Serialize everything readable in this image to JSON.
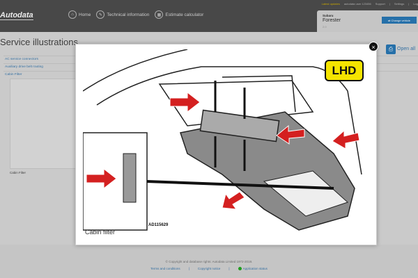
{
  "topbar": {
    "latest_updates": "Latest updates",
    "user": "autodata user 123456",
    "support": "Support",
    "settings": "Settings",
    "logout": "Log"
  },
  "header": {
    "logo": "Autodata",
    "nav": [
      {
        "label": "Home",
        "icon": "home-icon"
      },
      {
        "label": "Technical information",
        "icon": "wrench-icon"
      },
      {
        "label": "Estimate calculator",
        "icon": "calculator-icon"
      }
    ]
  },
  "vehicle": {
    "make": "Subaru",
    "model": "Forester",
    "engine": "2.0",
    "change_label": "Change vehicle"
  },
  "page": {
    "title": "Service illustrations",
    "open_all": "Open all",
    "items": [
      "AC service connectors",
      "Auxiliary drive belt routing",
      "Cabin Filter"
    ],
    "thumb_caption": "Cabin Filter"
  },
  "modal": {
    "badge": "LHD",
    "code": "AD115629",
    "caption": "Cabin filter",
    "close": "×"
  },
  "footer": {
    "copyright": "© Copyright and database rights: Autodata Limited 1972-2019.",
    "links": [
      "Terms and conditions",
      "Copyright notice",
      "Application status"
    ]
  },
  "colors": {
    "accent": "#2a7ab8",
    "header": "#4f4f4f",
    "status": "#22aa22",
    "badge": "#f5e400"
  }
}
